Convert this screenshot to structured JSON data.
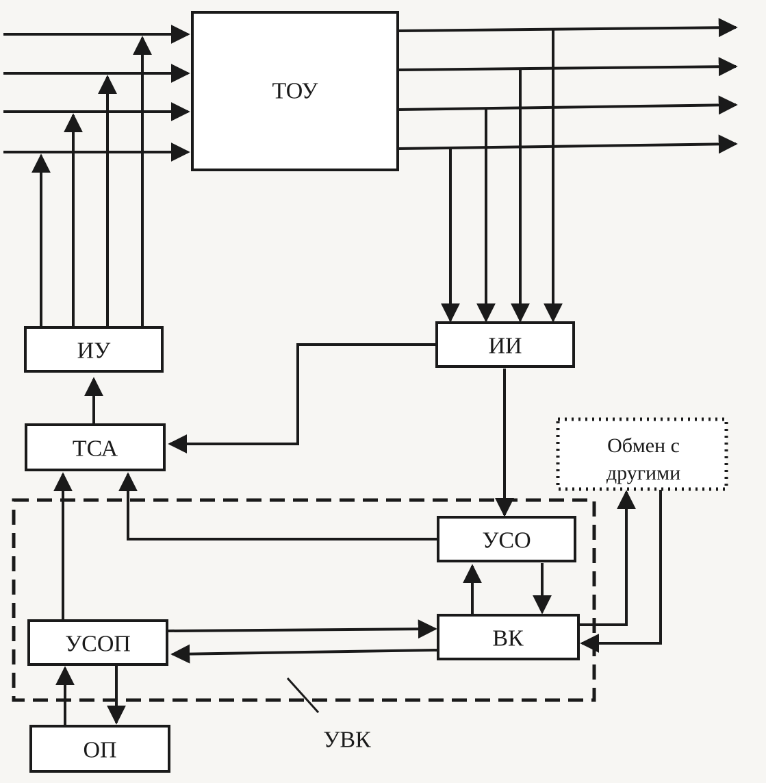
{
  "blocks": {
    "tou": "ТОУ",
    "iu": "ИУ",
    "ii": "ИИ",
    "tsa": "ТСА",
    "uso": "УСО",
    "usop": "УСОП",
    "vk": "ВК",
    "op": "ОП"
  },
  "exchange": {
    "line1": "Обмен с",
    "line2": "другими"
  },
  "group_label": "УВК",
  "colors": {
    "ink": "#1a1a1a",
    "paper": "#f7f6f3"
  }
}
